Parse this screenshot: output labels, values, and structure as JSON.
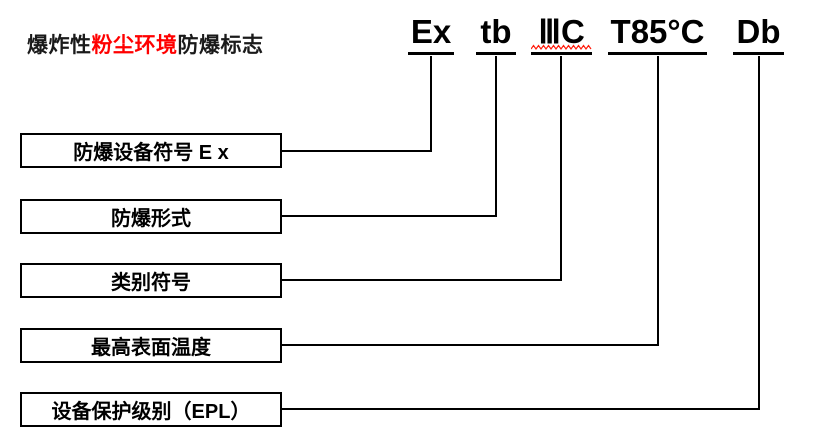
{
  "page": {
    "background_color": "#FFFFFF",
    "text_color": "#000000",
    "line_color": "#000000"
  },
  "title": {
    "prefix": "爆炸性",
    "highlight": "粉尘环境",
    "suffix": "防爆标志",
    "highlight_color": "#FF0000"
  },
  "marking": {
    "parts": [
      {
        "symbol": "Ex",
        "meaning": "防爆设备符号 E x"
      },
      {
        "symbol": "tb",
        "meaning": "防爆形式"
      },
      {
        "symbol": "ⅢC",
        "meaning": "类别符号"
      },
      {
        "symbol": "T85°C",
        "meaning": "最高表面温度"
      },
      {
        "symbol": "Db",
        "meaning": "设备保护级别（EPL）"
      }
    ],
    "spellcheck_wavy_under": "ⅢC",
    "wavy_underline_color": "#FF1A0A"
  }
}
